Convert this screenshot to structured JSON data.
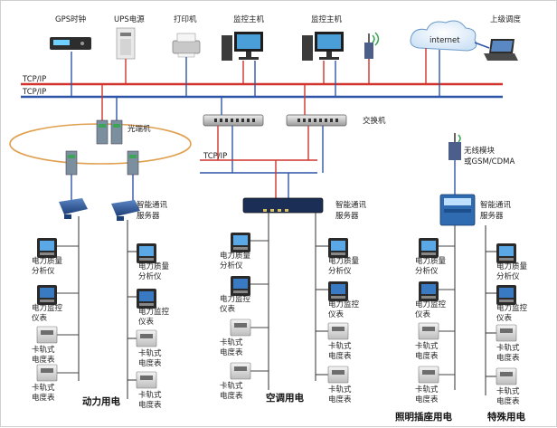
{
  "top_devices": {
    "gps": "GPS时钟",
    "ups": "UPS电源",
    "printer": "打印机",
    "monitor_host_1": "监控主机",
    "monitor_host_2": "监控主机",
    "internet": "internet",
    "remote": "上级调度"
  },
  "network": {
    "tcpip_1": "TCP/IP",
    "tcpip_2": "TCP/IP",
    "tcpip_3": "TCP/IP",
    "optical": "光端机",
    "switch": "交换机",
    "wireless_1": "无线模块",
    "wireless_2": "或GSM/CDMA"
  },
  "server_label": [
    "智能通讯",
    "服务器"
  ],
  "meters": {
    "quality": [
      "电力质量",
      "分析仪"
    ],
    "monitor": [
      "电力监控",
      "仪表"
    ],
    "rail": [
      "卡轨式",
      "电度表"
    ]
  },
  "zones": {
    "power": "动力用电",
    "ac": "空调用电",
    "lighting": "照明插座用电",
    "special": "特殊用电"
  },
  "colors": {
    "red_line": "#d0342c",
    "blue_line": "#2f55a8",
    "ring": "#e0a050"
  }
}
